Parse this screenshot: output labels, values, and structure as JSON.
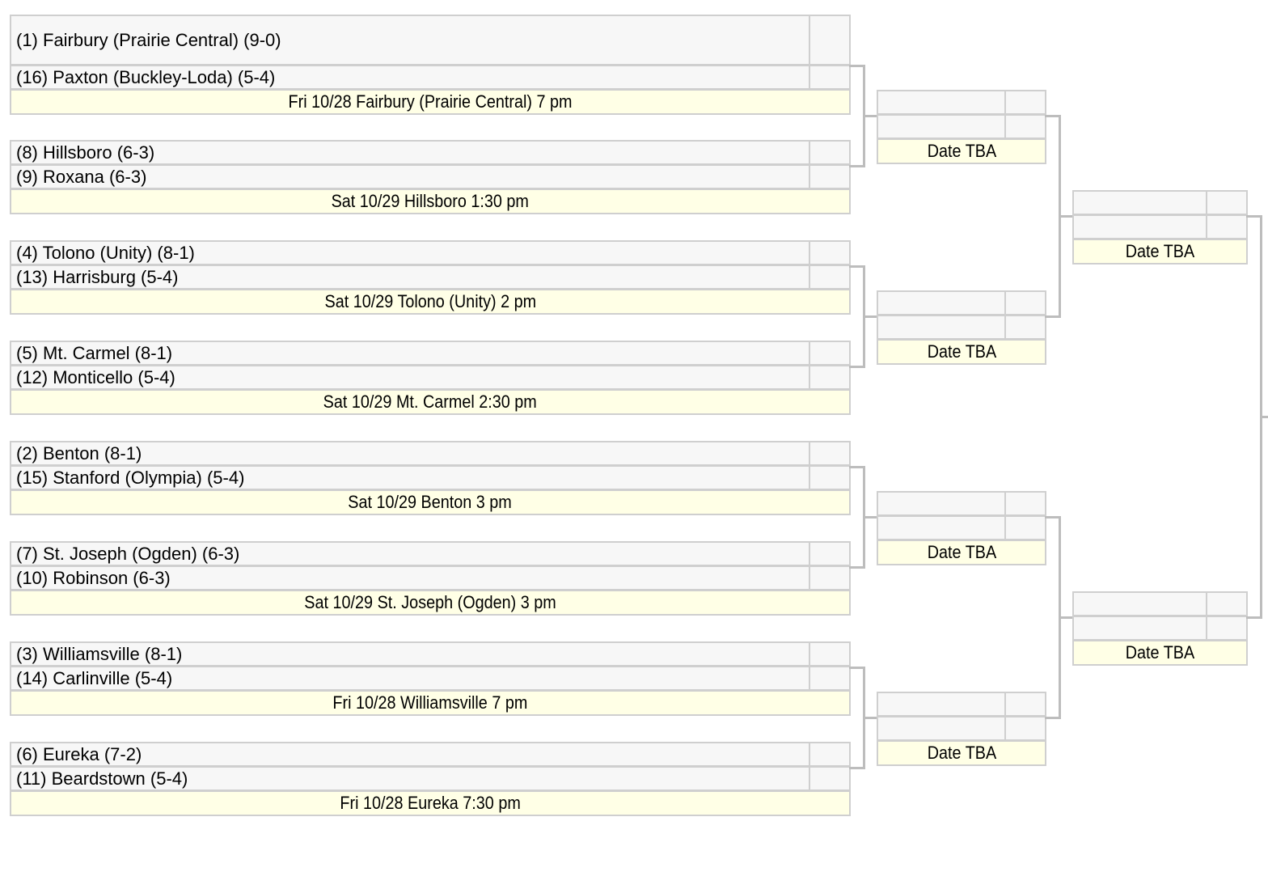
{
  "round1": [
    {
      "top_team": "(1) Fairbury (Prairie Central) (9-0)",
      "bottom_team": "(16) Paxton (Buckley-Loda) (5-4)",
      "info": "Fri 10/28 Fairbury (Prairie Central) 7 pm"
    },
    {
      "top_team": "(8) Hillsboro (6-3)",
      "bottom_team": "(9) Roxana (6-3)",
      "info": "Sat 10/29 Hillsboro 1:30 pm"
    },
    {
      "top_team": "(4) Tolono (Unity) (8-1)",
      "bottom_team": "(13) Harrisburg (5-4)",
      "info": "Sat 10/29 Tolono (Unity) 2 pm"
    },
    {
      "top_team": "(5) Mt. Carmel (8-1)",
      "bottom_team": "(12) Monticello (5-4)",
      "info": "Sat 10/29 Mt. Carmel 2:30 pm"
    },
    {
      "top_team": "(2) Benton (8-1)",
      "bottom_team": "(15) Stanford (Olympia) (5-4)",
      "info": "Sat 10/29 Benton 3 pm"
    },
    {
      "top_team": "(7) St. Joseph (Ogden) (6-3)",
      "bottom_team": "(10) Robinson (6-3)",
      "info": "Sat 10/29 St. Joseph (Ogden) 3 pm"
    },
    {
      "top_team": "(3) Williamsville (8-1)",
      "bottom_team": "(14) Carlinville (5-4)",
      "info": "Fri 10/28 Williamsville 7 pm"
    },
    {
      "top_team": "(6) Eureka (7-2)",
      "bottom_team": "(11) Beardstown (5-4)",
      "info": "Fri 10/28 Eureka 7:30 pm"
    }
  ],
  "round2": [
    {
      "top_team": "",
      "bottom_team": "",
      "info": "Date TBA"
    },
    {
      "top_team": "",
      "bottom_team": "",
      "info": "Date TBA"
    },
    {
      "top_team": "",
      "bottom_team": "",
      "info": "Date TBA"
    },
    {
      "top_team": "",
      "bottom_team": "",
      "info": "Date TBA"
    }
  ],
  "round3": [
    {
      "top_team": "",
      "bottom_team": "",
      "info": "Date TBA"
    },
    {
      "top_team": "",
      "bottom_team": "",
      "info": "Date TBA"
    }
  ]
}
